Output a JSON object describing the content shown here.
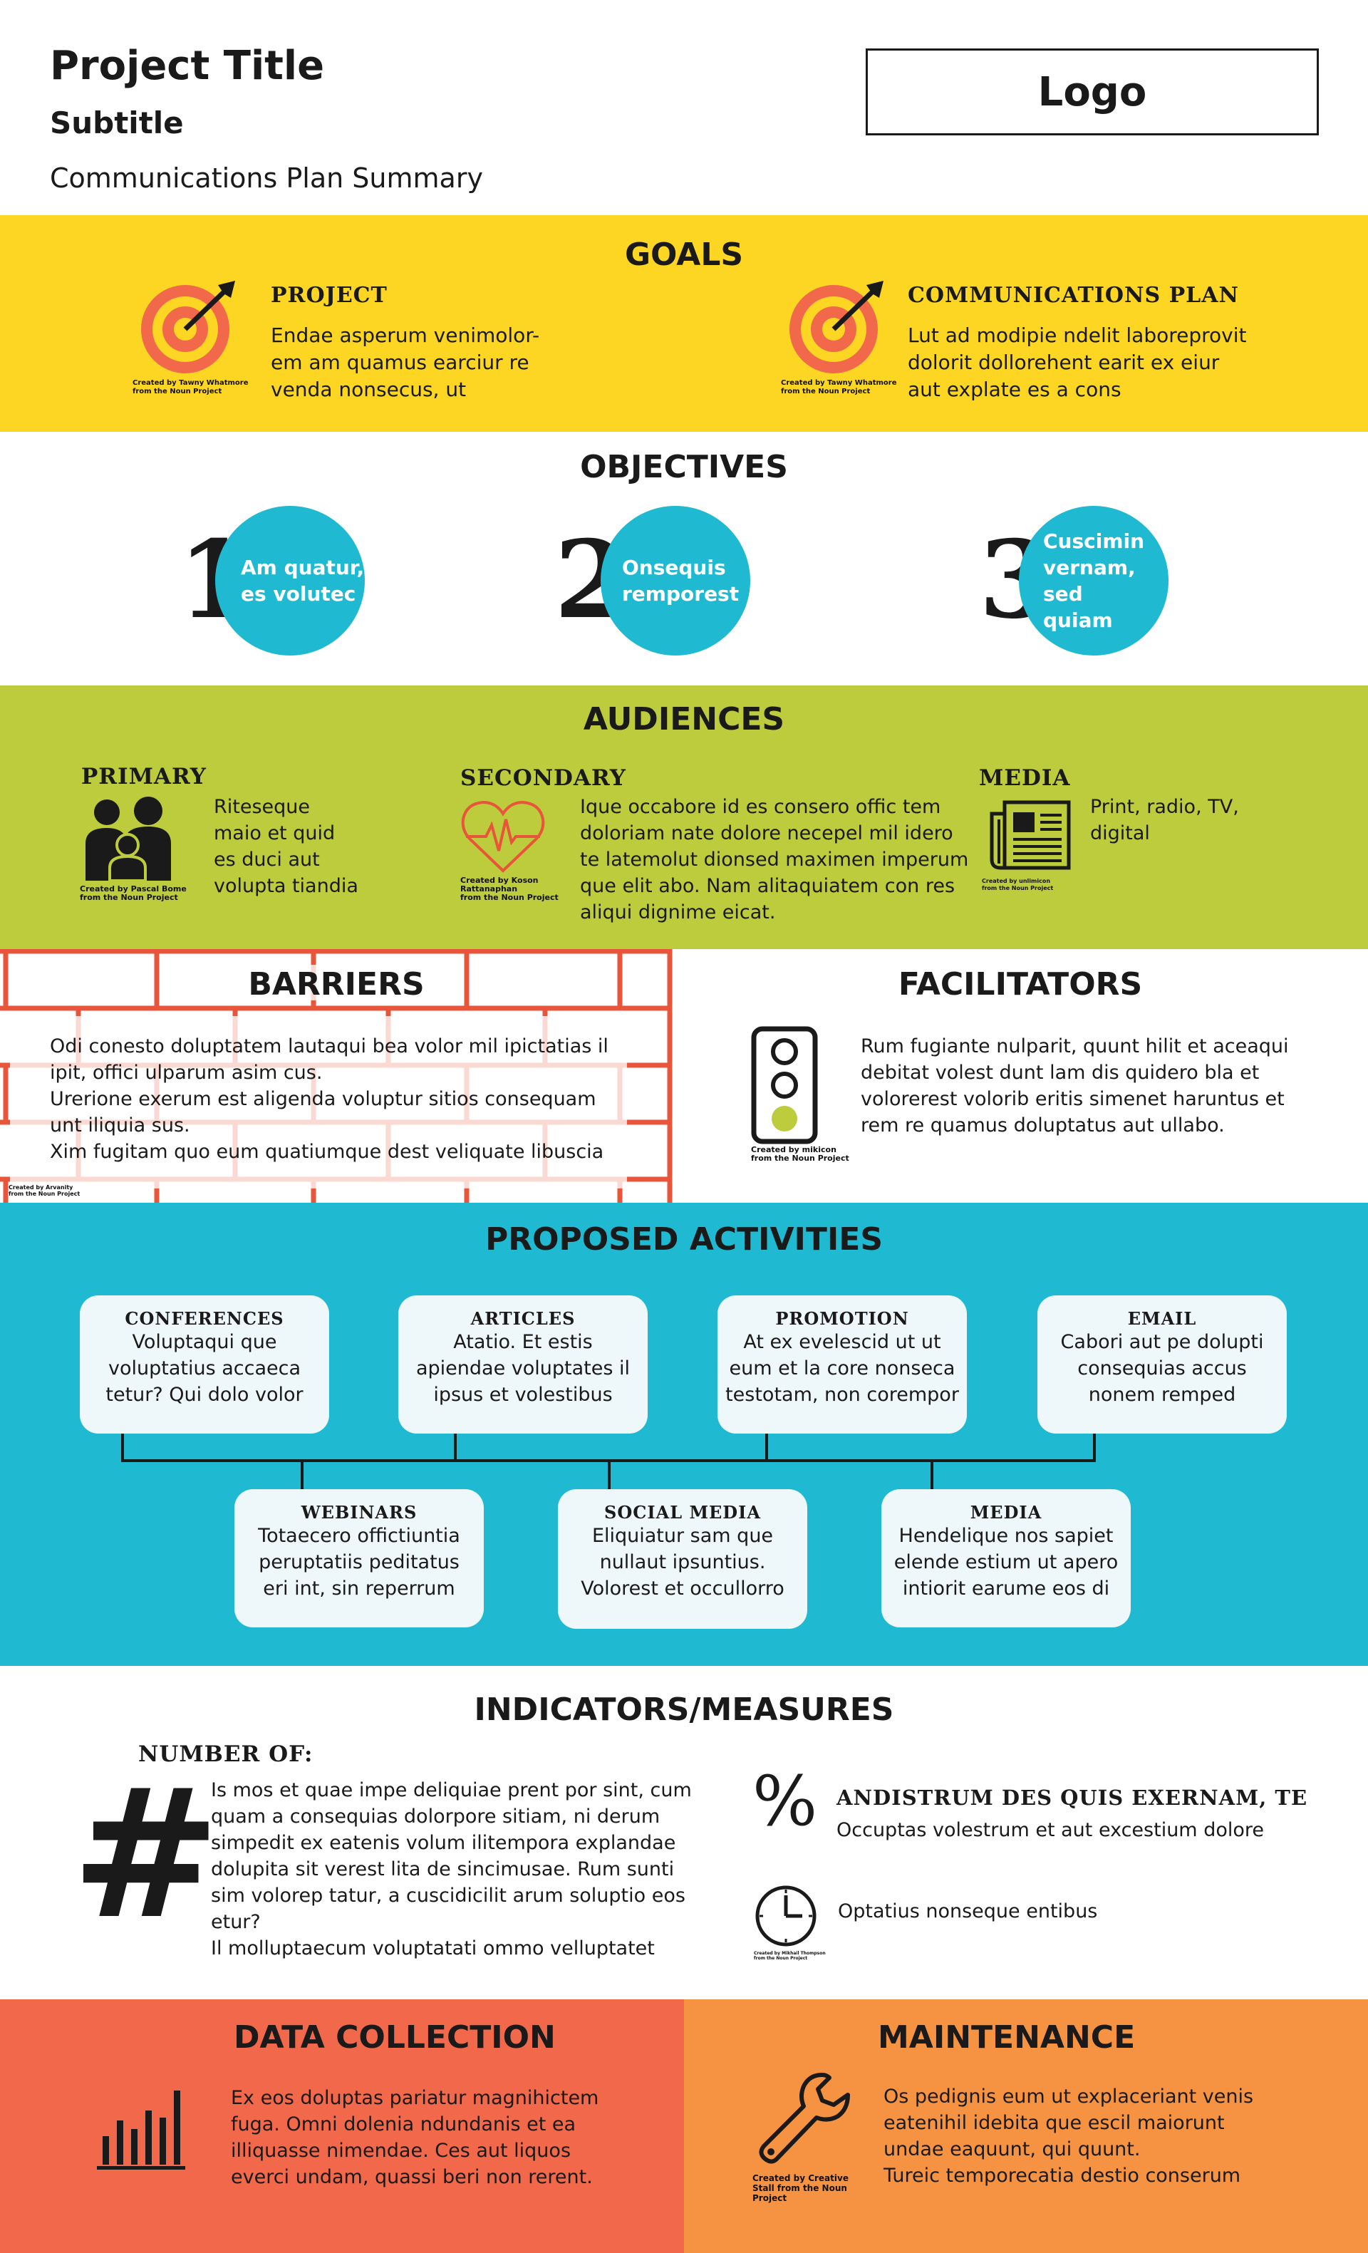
{
  "header": {
    "title": "Project Title",
    "subtitle": "Subtitle",
    "summary": "Communications Plan Summary",
    "logo": "Logo"
  },
  "goals": {
    "heading": "GOALS",
    "project": {
      "label": "PROJECT",
      "lines": [
        "Endae asperum venimolor-",
        "em am quamus earciur re",
        "venda nonsecus, ut"
      ],
      "credit": [
        "Created by Tawny Whatmore",
        "from the Noun Project"
      ],
      "icon": "target-icon"
    },
    "comms": {
      "label": "COMMUNICATIONS PLAN",
      "lines": [
        "Lut ad modipie ndelit laboreprovit",
        "dolorit dollorehent earit ex eiur",
        "aut explate es a cons"
      ],
      "credit": [
        "Created by Tawny Whatmore",
        "from the Noun Project"
      ],
      "icon": "target-icon"
    },
    "color": "#fcd623"
  },
  "objectives": {
    "heading": "OBJECTIVES",
    "items": [
      {
        "num": "1",
        "lines": [
          "Am quatur,",
          "es volutec"
        ]
      },
      {
        "num": "2",
        "lines": [
          "Onsequis",
          "remporest"
        ]
      },
      {
        "num": "3",
        "lines": [
          "Cuscimin",
          "vernam, sed",
          "quiam"
        ]
      }
    ],
    "color": "#1fbad1"
  },
  "audiences": {
    "heading": "AUDIENCES",
    "primary": {
      "label": "PRIMARY",
      "lines": [
        "Riteseque",
        "maio et quid",
        "es duci aut",
        "volupta tiandia"
      ],
      "credit": [
        "Created by Pascal Bome",
        "from the Noun Project"
      ],
      "icon": "family-icon"
    },
    "secondary": {
      "label": "SECONDARY",
      "lines": [
        "Ique occabore id es consero offic tem",
        "doloriam nate dolore necepel mil idero",
        "te latemolut dionsed maximen imperum",
        "que elit abo. Nam alitaquiatem con res",
        "aliqui dignime eicat."
      ],
      "credit": [
        "Created by Koson",
        "Rattanaphan",
        "from the Noun Project"
      ],
      "icon": "heartbeat-icon"
    },
    "media": {
      "label": "MEDIA",
      "lines": [
        "Print, radio, TV,",
        "digital"
      ],
      "credit": [
        "Created by unlimicon",
        "from the Noun Project"
      ],
      "icon": "newspaper-icon"
    },
    "color": "#bccc3c"
  },
  "barriers": {
    "heading": "BARRIERS",
    "lines": [
      "Odi conesto doluptatem lautaqui bea volor mil ipictatias il",
      "ipit, offici ulparum asim cus.",
      "Urerione exerum est aligenda voluptur sitios consequam",
      "unt iliquia sus.",
      "Xim fugitam quo eum quatiumque dest veliquate libuscia"
    ],
    "credit": [
      "Created by Arvanity",
      "from the Noun Project"
    ],
    "icon": "brick-wall-icon",
    "color": "#e8553a"
  },
  "facilitators": {
    "heading": "FACILITATORS",
    "lines": [
      "Rum fugiante nulparit, quunt hilit et aceaqui",
      "debitat volest dunt lam dis quidero bla et",
      "volorerest volorib eritis simenet haruntus et",
      "rem re quamus doluptatus aut ullabo."
    ],
    "credit": [
      "Created by mikicon",
      "from the Noun Project"
    ],
    "icon": "traffic-light-icon"
  },
  "activities": {
    "heading": "PROPOSED ACTIVITIES",
    "top": [
      {
        "title": "CONFERENCES",
        "lines": [
          "Voluptaqui que",
          "voluptatius accaeca",
          "tetur? Qui dolo volor"
        ]
      },
      {
        "title": "ARTICLES",
        "lines": [
          "Atatio. Et estis",
          "apiendae voluptates il",
          "ipsus et volestibus"
        ]
      },
      {
        "title": "PROMOTION",
        "lines": [
          "At ex evelescid ut ut",
          "eum et la core nonseca",
          "testotam, non corempor"
        ]
      },
      {
        "title": "EMAIL",
        "lines": [
          "Cabori aut pe dolupti",
          "consequias accus",
          "nonem remped"
        ]
      }
    ],
    "bottom": [
      {
        "title": "WEBINARS",
        "lines": [
          "Totaecero offictiuntia",
          "peruptatiis peditatus",
          "eri int, sin reperrum"
        ]
      },
      {
        "title": "SOCIAL MEDIA",
        "lines": [
          "Eliquiatur sam que",
          "nullaut ipsuntius.",
          "Volorest et occullorro"
        ]
      },
      {
        "title": "MEDIA",
        "lines": [
          "Hendelique nos sapiet",
          "elende estium ut apero",
          "intiorit earume eos di"
        ]
      }
    ],
    "color": "#1fbad1"
  },
  "indicators": {
    "heading": "INDICATORS/MEASURES",
    "number_label": "NUMBER OF:",
    "number_lines": [
      "Is mos et quae impe deliquiae prent por sint, cum",
      "quam a consequias dolorpore sitiam, ni derum",
      "simpedit ex eatenis volum ilitempora explandae",
      "dolupita sit verest lita de sincimusae. Rum sunti",
      "sim volorep tatur, a cuscidicilit arum soluptio eos",
      "etur?",
      "Il molluptaecum voluptatati ommo velluptatet"
    ],
    "hash_symbol": "#",
    "percent_symbol": "%",
    "percent_label": "ANDISTRUM DES QUIS EXERNAM, TE",
    "percent_text": "Occuptas volestrum et aut excestium dolore",
    "clock_text": "Optatius nonseque entibus",
    "clock_credit": [
      "Created by Mikhail Thompson",
      "from the Noun Project"
    ],
    "icons": [
      "hash-icon",
      "percent-icon",
      "clock-icon"
    ]
  },
  "data_collection": {
    "heading": "DATA COLLECTION",
    "lines": [
      "Ex eos doluptas pariatur magnihictem",
      "fuga. Omni dolenia ndundanis et ea",
      "illiquasse nimendae. Ces aut liquos",
      "everci undam, quassi beri non rerent."
    ],
    "icon": "bar-chart-icon",
    "color": "#f1684a"
  },
  "maintenance": {
    "heading": "MAINTENANCE",
    "lines": [
      "Os pedignis eum ut explaceriant venis",
      "eatenihil idebita que escil maiorunt",
      "undae eaquunt, qui quunt.",
      "Tureic temporecatia destio conserum"
    ],
    "credit": [
      "Created by Creative",
      "Stall from the Noun",
      "Project"
    ],
    "icon": "wrench-icon",
    "color": "#f69343"
  }
}
